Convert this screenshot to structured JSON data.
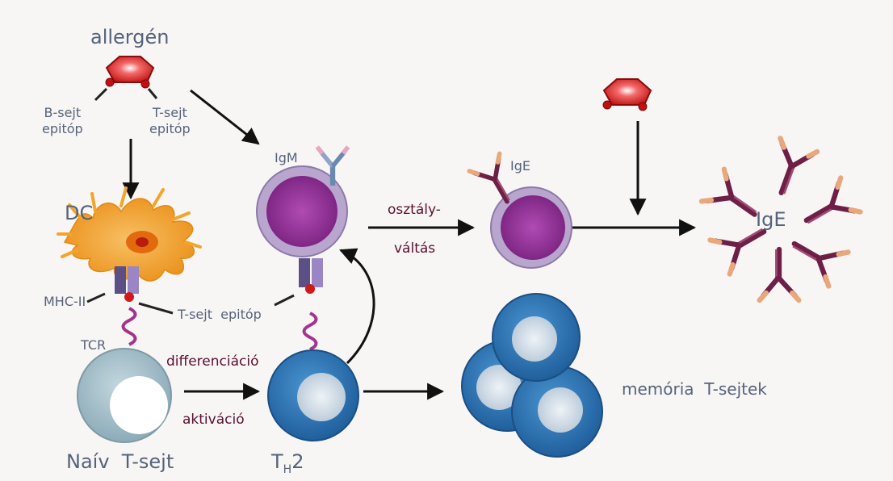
{
  "labels": {
    "allergen": "allergén",
    "b_epitope": "B-sejt\nepitóp",
    "t_epitope": "T-sejt\nepitóp",
    "dc": "DC",
    "mhc": "MHC-II",
    "t_epitope_2": "T-sejt  epitóp",
    "tcr": "TCR",
    "naive": "Naív  T-sejt",
    "th2_main": "T",
    "th2_sub": "H",
    "th2_tail": "2",
    "igm": "IgM",
    "ige_small": "IgE",
    "ige_big": "IgE",
    "class_switch_1": "osztály-",
    "class_switch_2": "váltás",
    "differentiation": "differenciáció",
    "activation": "aktiváció",
    "memory": "memória  T-sejtek"
  },
  "colors": {
    "background": "#f8f5f5",
    "label": "#55637a",
    "dark_label": "#5b1030",
    "allergen": "#d01a1a",
    "dc": "#f2a52a",
    "b_cell_rim": "#b9a6cf",
    "b_cell_core": "#8a2b8e",
    "th2": "#2f7dbd",
    "th2_core": "#cfdbe6",
    "naive": "#a7c2cc",
    "antibody": "#6e1f45",
    "antibody_tip": "#e9a87c",
    "tcr": "#a3348e"
  }
}
